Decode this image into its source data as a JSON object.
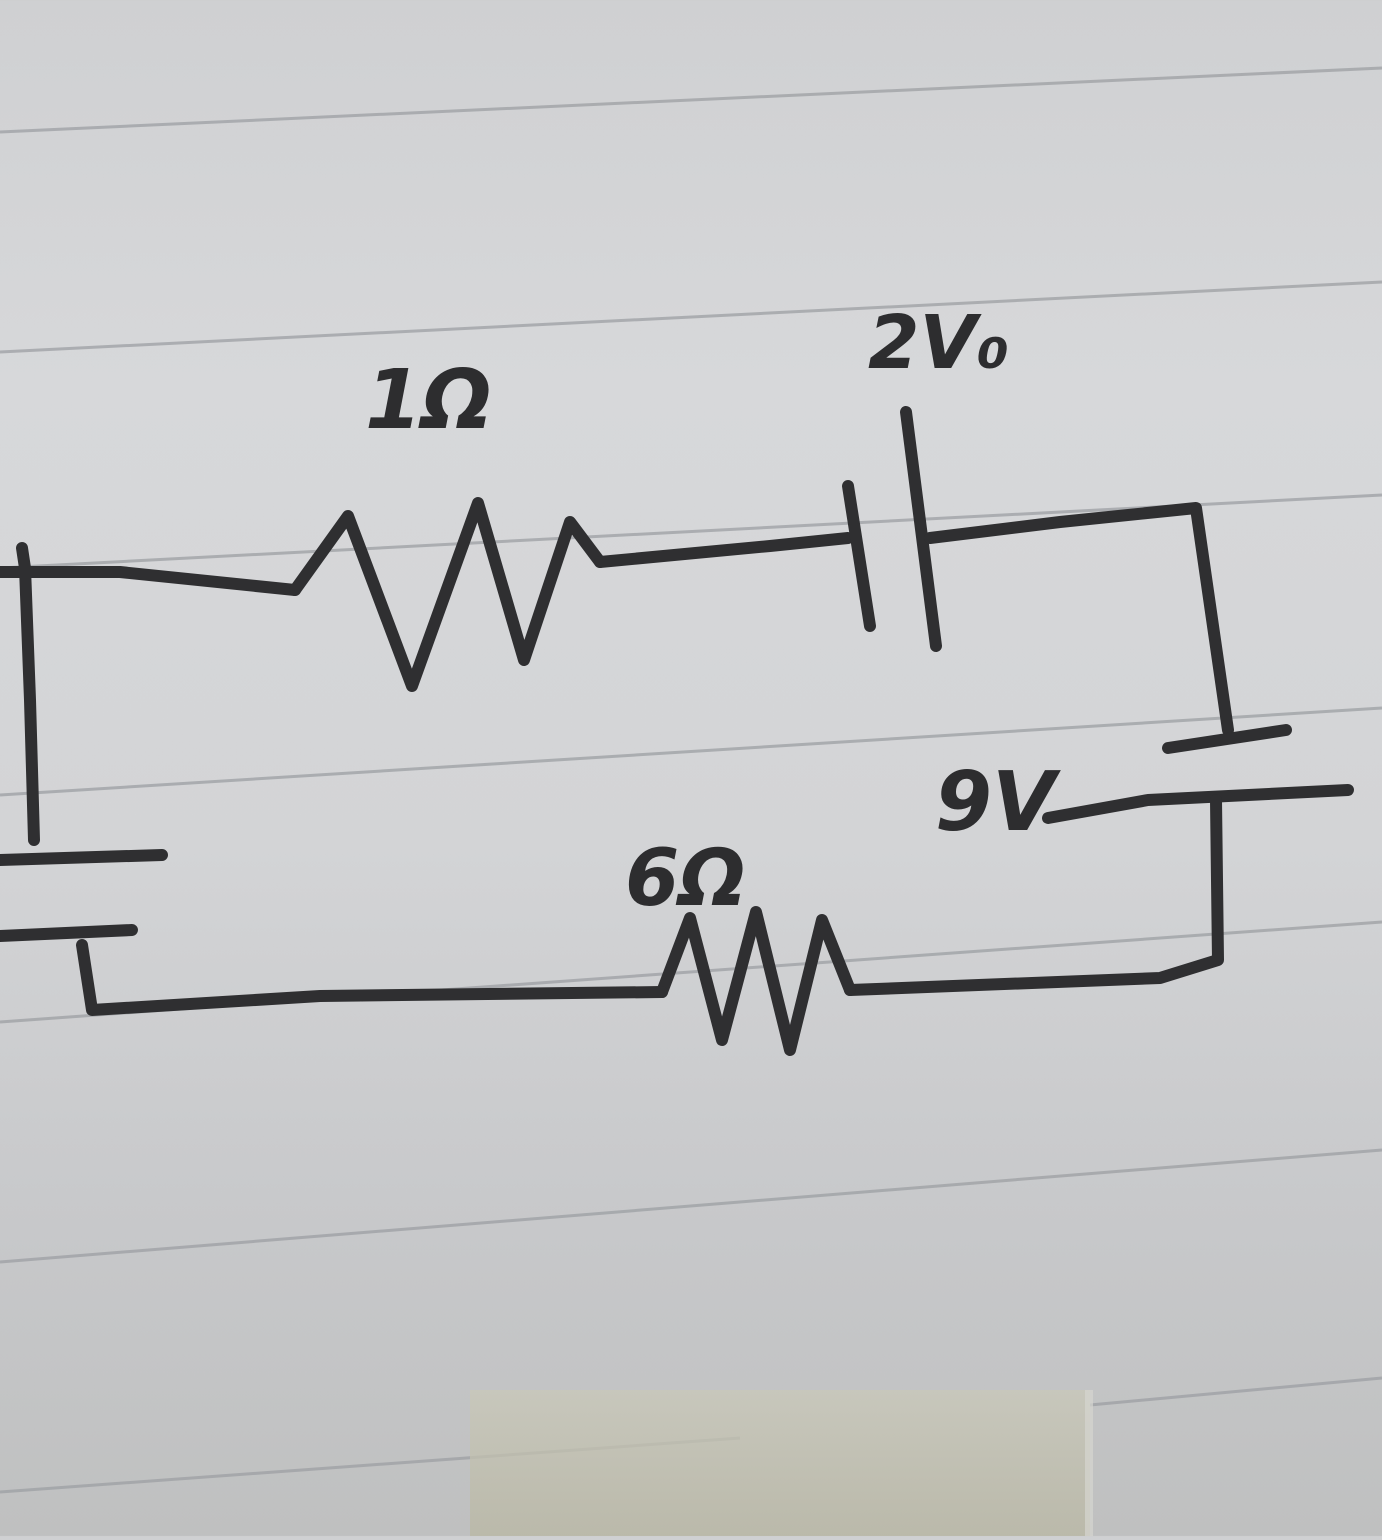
{
  "diagram": {
    "type": "circuit",
    "medium": "hand-drawn on ruled notebook paper",
    "components": [
      {
        "id": "R1",
        "kind": "resistor",
        "label": "1Ω",
        "position": "top-left branch"
      },
      {
        "id": "V1",
        "kind": "cell",
        "label": "2V₀",
        "position": "top-right branch"
      },
      {
        "id": "V2",
        "kind": "cell",
        "label": "9V",
        "position": "right side"
      },
      {
        "id": "R2",
        "kind": "resistor",
        "label": "6Ω",
        "position": "bottom branch"
      },
      {
        "id": "V3",
        "kind": "cell",
        "label": "",
        "position": "left side"
      }
    ],
    "labels": {
      "r1": "1Ω",
      "v1": "2V₀",
      "v2": "9V",
      "r2": "6Ω"
    }
  },
  "colors": {
    "ink": "#2f2f31",
    "paper": "#d4d5d7",
    "rule_line": "#9c9fa3"
  }
}
